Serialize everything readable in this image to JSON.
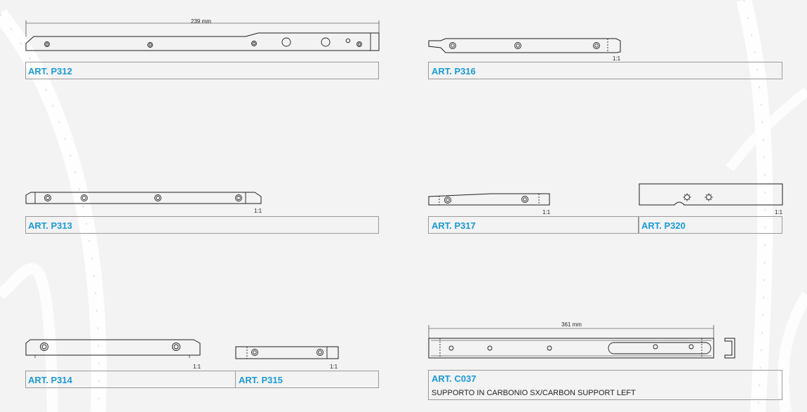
{
  "parts": {
    "p312": {
      "code": "ART. P312",
      "dimension": "239 mm"
    },
    "p313": {
      "code": "ART. P313",
      "scale": "1:1"
    },
    "p314": {
      "code": "ART. P314",
      "scale": "1:1"
    },
    "p315": {
      "code": "ART. P315",
      "scale": "1:1"
    },
    "p316": {
      "code": "ART. P316",
      "scale": "1:1"
    },
    "p317": {
      "code": "ART. P317",
      "scale": "1:1"
    },
    "p320": {
      "code": "ART. P320",
      "scale": "1:1"
    },
    "c037": {
      "code": "ART. C037",
      "dimension": "361 mm",
      "description": "SUPPORTO IN CARBONIO SX/CARBON SUPPORT LEFT"
    }
  },
  "colors": {
    "accent": "#1a9ad6",
    "line": "#1e1e1e",
    "box_border": "#9a9a9a",
    "background": "#f3f3f3"
  }
}
